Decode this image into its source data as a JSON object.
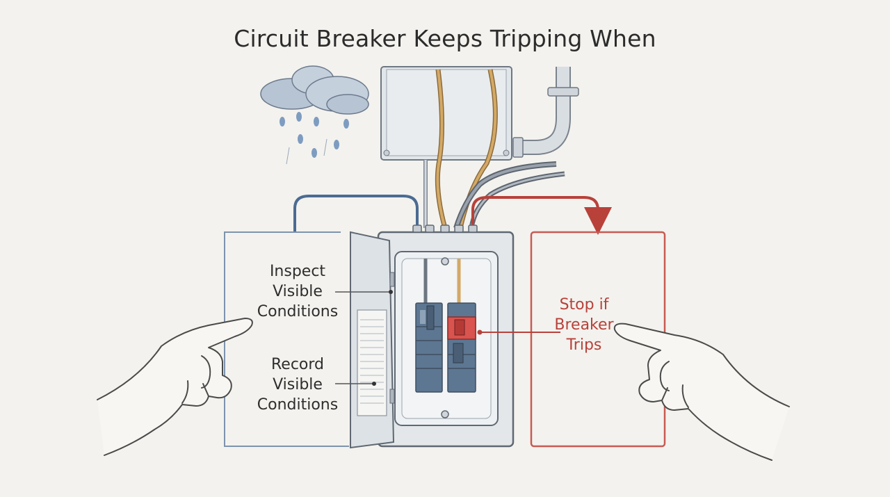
{
  "title": "Circuit Breaker Keeps Tripping When",
  "labels": {
    "inspect": [
      "Inspect",
      "Visible",
      "Conditions"
    ],
    "record": [
      "Record",
      "Visible",
      "Conditions"
    ],
    "stop": [
      "Stop if",
      "Breaker",
      "Trips"
    ]
  },
  "colors": {
    "background": "#f3f2ee",
    "blue_accent": "#4a6b93",
    "red_accent": "#b8413a",
    "panel_gray": "#dfe3e6",
    "breaker_blue": "#5d7792",
    "tripped_red": "#d9534f"
  },
  "icons": [
    "rain-cloud-icon",
    "pointing-hand-left-icon",
    "pointing-hand-right-icon"
  ]
}
